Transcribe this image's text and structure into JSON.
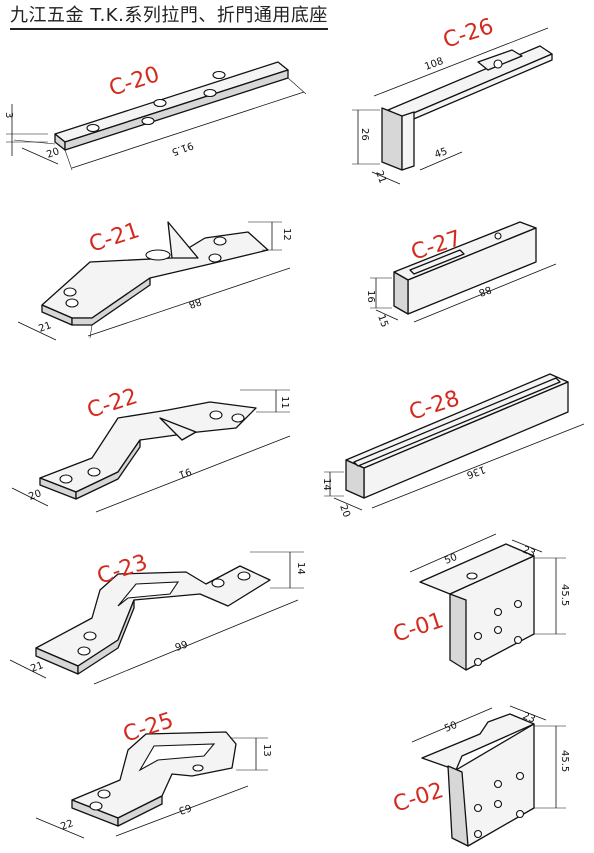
{
  "title": "九江五金  T.K.系列拉門、折門通用底座",
  "accent_color": "#d42a1e",
  "parts": [
    {
      "code": "C-20",
      "dims": {
        "thickness": "3",
        "width": "20",
        "length": "91.5"
      }
    },
    {
      "code": "C-21",
      "dims": {
        "height": "12",
        "width": "21",
        "length": "88"
      }
    },
    {
      "code": "C-22",
      "dims": {
        "height": "11",
        "width": "20",
        "length": "91"
      }
    },
    {
      "code": "C-23",
      "dims": {
        "height": "14",
        "width": "21",
        "length": "66"
      }
    },
    {
      "code": "C-25",
      "dims": {
        "height": "13",
        "width": "22",
        "length": "63"
      }
    },
    {
      "code": "C-26",
      "dims": {
        "length": "108",
        "height": "26",
        "width": "21",
        "depth": "45"
      }
    },
    {
      "code": "C-27",
      "dims": {
        "height": "16",
        "width": "15",
        "length": "88"
      }
    },
    {
      "code": "C-28",
      "dims": {
        "height": "14",
        "width": "20",
        "length": "136"
      }
    },
    {
      "code": "C-01",
      "dims": {
        "width": "50",
        "depth": "23",
        "height": "45.5"
      }
    },
    {
      "code": "C-02",
      "dims": {
        "width": "50",
        "depth": "23",
        "height": "45.5"
      }
    }
  ]
}
